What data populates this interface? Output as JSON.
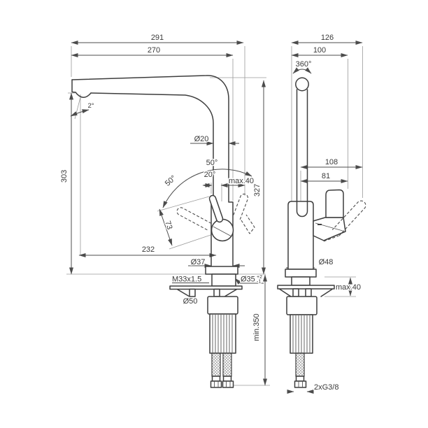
{
  "drawing": {
    "type": "technical-dimension-drawing",
    "subject": "single-lever kitchen sink mixer tap, side view and front view",
    "units": "mm",
    "colors": {
      "object_line": "#3d3d3d",
      "dimension_line": "#4c4c4c",
      "extension_line": "#9a9a9a",
      "text": "#3a3a3a",
      "background": "#ffffff"
    },
    "side_view": {
      "spout_reach_overall": "291",
      "spout_reach_to_axis": "270",
      "spout_tip_angle": "2°",
      "spout_height": "303",
      "spout_tube_diameter": "Ø20",
      "handle_arc_upper": "50°",
      "handle_arc_side": "50°",
      "handle_open_angle": "20°",
      "handle_overhang": "max.40",
      "overall_height": "327",
      "handle_length": "73",
      "reach_tip_to_handle": "232",
      "body_diameter": "Ø37",
      "mounting_thread": "M33x1.5",
      "hole_diameter": "Ø35",
      "hole_tolerance_plus": "+2",
      "hole_tolerance_minus": "-1",
      "shank_diameter": "Ø50",
      "hose_min_length": "min.350"
    },
    "front_view": {
      "overall_width": "126",
      "width_to_axis": "100",
      "spout_swivel": "360°",
      "handle_reach": "108",
      "handle_reach_inner": "81",
      "base_diameter": "Ø48",
      "deck_thickness_max": "max.40",
      "hose_connection": "2xG3/8"
    }
  }
}
